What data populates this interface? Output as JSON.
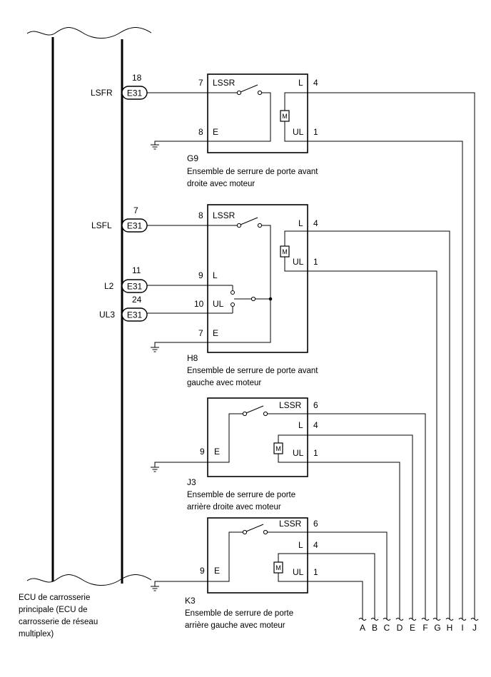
{
  "ecu": {
    "caption": [
      "ECU de carrosserie",
      "principale (ECU de",
      "carrosserie de réseau",
      "multiplex)"
    ]
  },
  "connectors": [
    {
      "signal": "LSFR",
      "pin": "18",
      "code": "E31"
    },
    {
      "signal": "LSFL",
      "pin": "7",
      "code": "E31"
    },
    {
      "signal": "L2",
      "pin": "11",
      "code": "E31"
    },
    {
      "signal": "UL3",
      "pin": "24",
      "code": "E31"
    }
  ],
  "assemblies": [
    {
      "id": "G9",
      "caption": [
        "Ensemble de serrure de porte avant",
        "droite avec moteur"
      ],
      "pins": {
        "lssr": "7",
        "e": "8",
        "l": "4",
        "ul": "1"
      },
      "labels": {
        "lssr": "LSSR",
        "e": "E",
        "l": "L",
        "ul": "UL"
      }
    },
    {
      "id": "H8",
      "caption": [
        "Ensemble de serrure de porte avant",
        "gauche avec moteur"
      ],
      "pins": {
        "lssr": "8",
        "l_in": "9",
        "ul_in": "10",
        "e": "7",
        "l": "4",
        "ul": "1"
      },
      "labels": {
        "lssr": "LSSR",
        "l_in": "L",
        "ul_in": "UL",
        "e": "E",
        "l": "L",
        "ul": "UL"
      }
    },
    {
      "id": "J3",
      "caption": [
        "Ensemble de serrure de porte",
        "arrière droite avec moteur"
      ],
      "pins": {
        "lssr": "6",
        "e": "9",
        "l": "4",
        "ul": "1"
      },
      "labels": {
        "lssr": "LSSR",
        "e": "E",
        "l": "L",
        "ul": "UL"
      }
    },
    {
      "id": "K3",
      "caption": [
        "Ensemble de serrure de porte",
        "arrière gauche avec moteur"
      ],
      "pins": {
        "lssr": "6",
        "e": "9",
        "l": "4",
        "ul": "1"
      },
      "labels": {
        "lssr": "LSSR",
        "e": "E",
        "l": "L",
        "ul": "UL"
      }
    }
  ],
  "motor_symbol": "M",
  "continuation_letters": [
    "A",
    "B",
    "C",
    "D",
    "E",
    "F",
    "G",
    "H",
    "I",
    "J"
  ]
}
